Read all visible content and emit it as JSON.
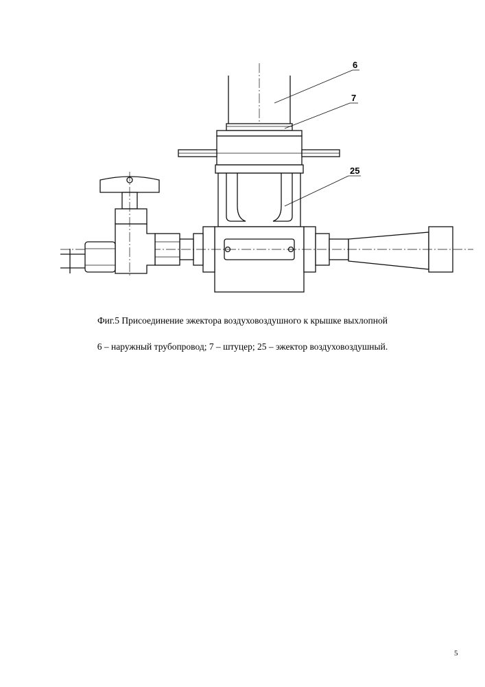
{
  "figure": {
    "callouts": [
      "6",
      "7",
      "25"
    ],
    "caption_title": "Фиг.5 Присоединение эжектора воздуховоздушного к крышке выхлопной",
    "caption_legend": "6 – наружный трубопровод; 7 – штуцер; 25 – эжектор воздуховоздушный."
  },
  "page": {
    "number": "5"
  }
}
